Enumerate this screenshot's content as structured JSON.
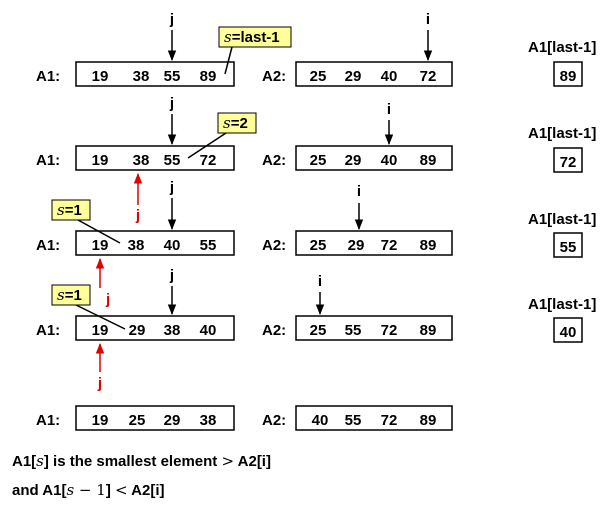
{
  "labels": {
    "a1": "A1:",
    "a2": "A2:",
    "side": "A1[last-1]"
  },
  "rows": [
    {
      "a1": [
        "19",
        "38",
        "55",
        "89"
      ],
      "a2": [
        "25",
        "29",
        "40",
        "72"
      ],
      "side_value": "89",
      "callout": {
        "pre": "",
        "ital": "s",
        "post": "=last-1"
      },
      "j_top": "j",
      "i_top": "i",
      "red_j": ""
    },
    {
      "a1": [
        "19",
        "38",
        "55",
        "72"
      ],
      "a2": [
        "25",
        "29",
        "40",
        "89"
      ],
      "side_value": "72",
      "callout": {
        "pre": "",
        "ital": "s",
        "post": "=2"
      },
      "j_top": "j",
      "i_top": "i",
      "red_j": ""
    },
    {
      "a1": [
        "19",
        "38",
        "40",
        "55"
      ],
      "a2": [
        "25",
        "29",
        "72",
        "89"
      ],
      "side_value": "55",
      "callout": {
        "pre": "",
        "ital": "s",
        "post": "=1"
      },
      "j_top": "j",
      "i_top": "i",
      "red_j": "j"
    },
    {
      "a1": [
        "19",
        "29",
        "38",
        "40"
      ],
      "a2": [
        "25",
        "55",
        "72",
        "89"
      ],
      "side_value": "40",
      "callout": {
        "pre": "",
        "ital": "s",
        "post": "=1"
      },
      "j_top": "j",
      "i_top": "i",
      "red_j": "j"
    },
    {
      "a1": [
        "19",
        "25",
        "29",
        "38"
      ],
      "a2": [
        "40",
        "55",
        "72",
        "89"
      ],
      "red_j": "j"
    }
  ],
  "notes": {
    "line1": {
      "a": "A1[",
      "ital": "s",
      "b": "] is the smallest element ",
      "sym": ">",
      "c": " A2[i]"
    },
    "line2": {
      "a": "and A1[",
      "ital": "s",
      "mid": " − 1",
      "b": "] ",
      "sym": "<",
      "c": " A2[i]"
    }
  },
  "colors": {
    "callout_fill": "#ffff99",
    "red": "#e00000",
    "ink": "#000000"
  }
}
